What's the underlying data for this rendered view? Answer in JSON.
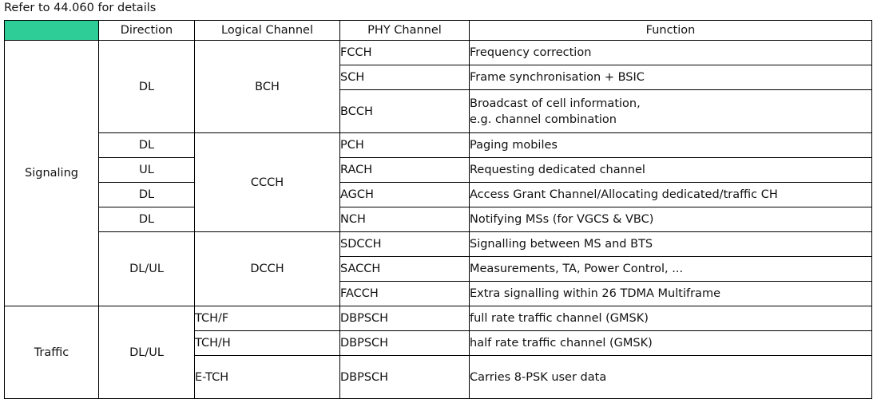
{
  "caption": "Refer to 44.060 for details",
  "colors": {
    "header_fill": "#2ecc96",
    "border": "#000000",
    "text": "#111111",
    "background": "#ffffff"
  },
  "table": {
    "headers": {
      "category": "",
      "direction": "Direction",
      "logical_channel": "Logical Channel",
      "phy_channel": "PHY Channel",
      "function": "Function"
    },
    "groups": [
      {
        "category": "Signaling",
        "direction_blocks": [
          {
            "direction": "DL",
            "rowspan": 3
          },
          {
            "direction": "DL",
            "rowspan": 1
          },
          {
            "direction": "UL",
            "rowspan": 1
          },
          {
            "direction": "DL",
            "rowspan": 1
          },
          {
            "direction": "DL",
            "rowspan": 1
          },
          {
            "direction": "DL/UL",
            "rowspan": 3
          }
        ],
        "logical_blocks": [
          {
            "logical": "BCH",
            "rowspan": 3
          },
          {
            "logical": "CCCH",
            "rowspan": 4
          },
          {
            "logical": "DCCH",
            "rowspan": 3
          }
        ],
        "rows": [
          {
            "phy": "FCCH",
            "function": "Frequency correction"
          },
          {
            "phy": "SCH",
            "function": "Frame synchronisation + BSIC"
          },
          {
            "phy": "BCCH",
            "function": "Broadcast of cell information,\ne.g. channel combination"
          },
          {
            "phy": "PCH",
            "function": "Paging mobiles"
          },
          {
            "phy": "RACH",
            "function": "Requesting dedicated channel"
          },
          {
            "phy": "AGCH",
            "function": "Access Grant Channel/Allocating dedicated/traffic CH"
          },
          {
            "phy": "NCH",
            "function": "Notifying MSs (for VGCS & VBC)"
          },
          {
            "phy": "SDCCH",
            "function": "Signalling between MS and BTS"
          },
          {
            "phy": "SACCH",
            "function": "Measurements, TA, Power Control, ..."
          },
          {
            "phy": "FACCH",
            "function": "Extra signalling within 26 TDMA Multiframe"
          }
        ]
      },
      {
        "category": "Traffic",
        "direction_blocks": [
          {
            "direction": "DL/UL",
            "rowspan": 3
          }
        ],
        "rows": [
          {
            "logical": "TCH/F",
            "phy": "DBPSCH",
            "function": "full rate traffic channel (GMSK)"
          },
          {
            "logical": "TCH/H",
            "phy": "DBPSCH",
            "function": "half rate traffic channel (GMSK)"
          },
          {
            "logical": "E-TCH",
            "phy": "DBPSCH",
            "function": "Carries 8-PSK user data"
          }
        ]
      }
    ]
  }
}
